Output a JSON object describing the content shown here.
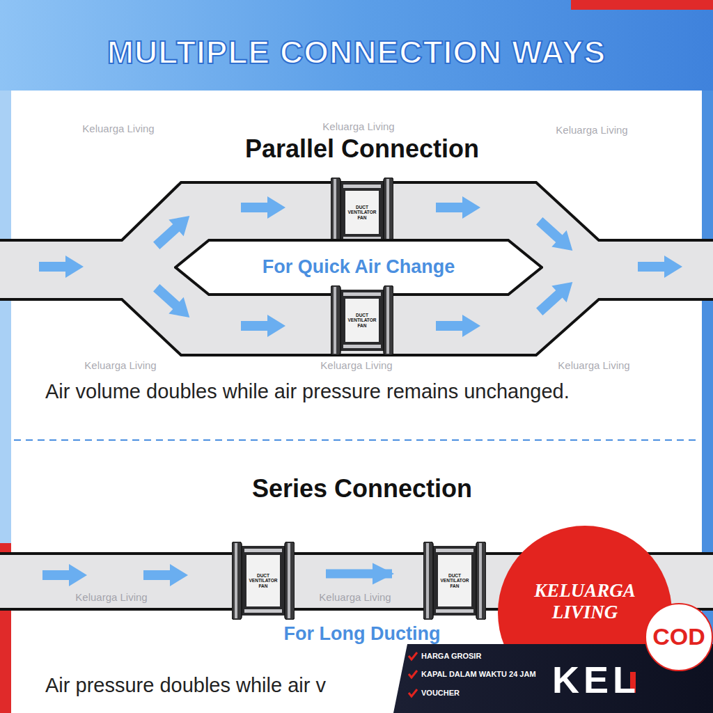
{
  "diagram": {
    "title": "MULTIPLE CONNECTION WAYS",
    "nodes": [
      {
        "text": [
          "DUCT VENTILATOR FAN"
        ]
      },
      {
        "text": [
          "For Quick Air Change"
        ]
      },
      {
        "text": [
          "DUCT VENTILATOR FAN"
        ]
      },
      {
        "text": [
          "DUCT VENTILATOR FAN"
        ]
      },
      {
        "text": [
          "DUCT VENTILATOR FAN"
        ]
      },
      {
        "text": [
          "KELUARGA LIVING"
        ]
      },
      {
        "text": [
          "COD"
        ]
      },
      {
        "text": [
          "HARGA GROSIR",
          "KAPAL DALAM WAKTU 24 JAM",
          "VOUCHER",
          "KEL"
        ]
      }
    ],
    "edges": [
      {
        "from": 3,
        "to": 4,
        "arrow": "to"
      }
    ],
    "labels": [
      "Keluarga Living",
      "Keluarga Living",
      "Keluarga Living",
      "Parallel Connection",
      "Keluarga Living",
      "Keluarga Living",
      "Keluarga Living",
      "Air volume doubles while air pressure remains unchanged.",
      "Series Connection",
      "Keluarga Living",
      "Keluarga Living",
      "For Long Ducting",
      "Air pressure doubles while air v"
    ]
  }
}
